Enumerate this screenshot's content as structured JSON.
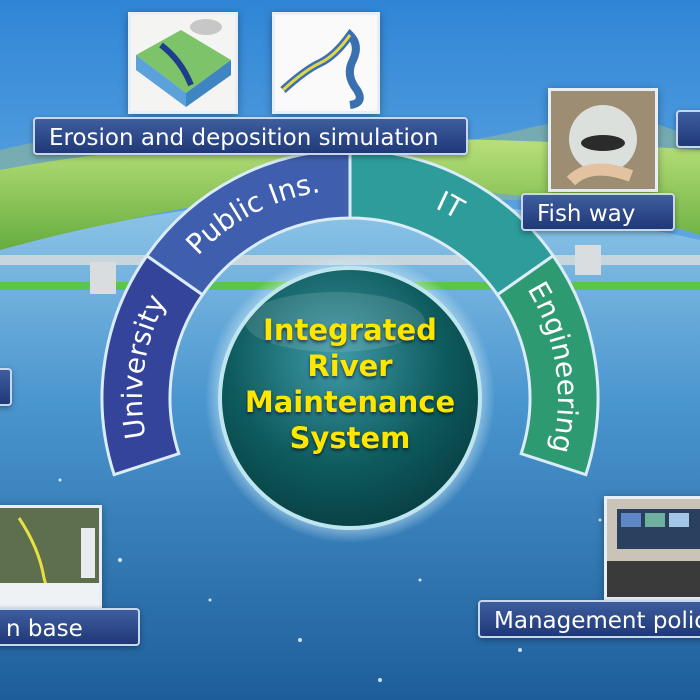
{
  "center": {
    "lines": [
      "Integrated",
      "River",
      "Maintenance",
      "System"
    ]
  },
  "ring": {
    "segments": [
      {
        "label": "University",
        "color": "#34449a"
      },
      {
        "label": "Public Ins.",
        "color": "#3f5fae"
      },
      {
        "label": "IT",
        "color": "#2d9c9a"
      },
      {
        "label": "Engineering",
        "color": "#2e9a72"
      }
    ]
  },
  "labels": {
    "erosion": "Erosion and deposition simulation",
    "fishway": "Fish way",
    "base": "n base",
    "management": "Management polic"
  },
  "colors": {
    "label_bg": "#2a4686",
    "center_text": "#ffe600"
  }
}
